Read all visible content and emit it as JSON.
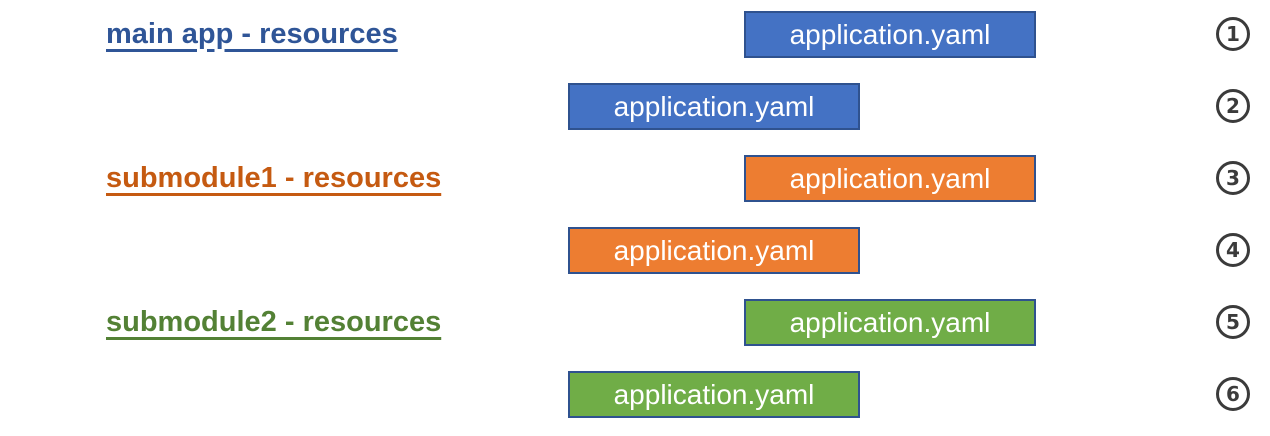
{
  "canvas": {
    "background": "#FFFFFF"
  },
  "colors": {
    "box_border": "#2F528F",
    "step_circle": "#3B3B3B",
    "blue_fill": "#4472C4",
    "orange_fill": "#ED7D31",
    "green_fill": "#70AD47",
    "blue_label": "#2F5597",
    "orange_label": "#C55A11",
    "green_label": "#538135",
    "box_text": "#FFFFFF"
  },
  "modules": [
    {
      "name": "main app - resources",
      "label_color": "#2F5597",
      "box_fill": "#4472C4",
      "files": [
        {
          "name": "application.yaml",
          "step": "1",
          "alignment": "right"
        },
        {
          "name": "application.yaml",
          "step": "2",
          "alignment": "left"
        }
      ]
    },
    {
      "name": "submodule1 - resources",
      "label_color": "#C55A11",
      "box_fill": "#ED7D31",
      "files": [
        {
          "name": "application.yaml",
          "step": "3",
          "alignment": "right"
        },
        {
          "name": "application.yaml",
          "step": "4",
          "alignment": "left"
        }
      ]
    },
    {
      "name": "submodule2 - resources",
      "label_color": "#538135",
      "box_fill": "#70AD47",
      "files": [
        {
          "name": "application.yaml",
          "step": "5",
          "alignment": "right"
        },
        {
          "name": "application.yaml",
          "step": "6",
          "alignment": "left"
        }
      ]
    }
  ]
}
